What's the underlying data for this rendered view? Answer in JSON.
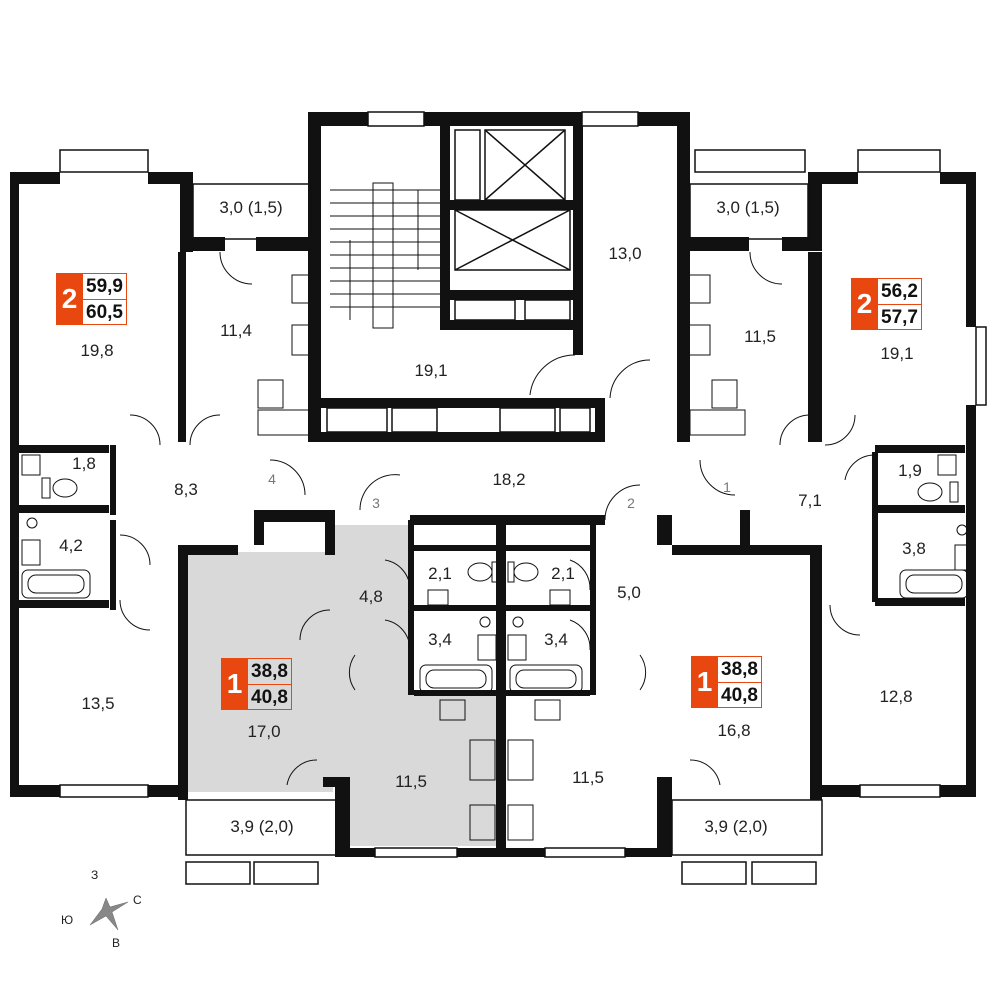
{
  "rooms": {
    "r_a": "3,0 (1,5)",
    "r_b": "3,0 (1,5)",
    "r_c": "19,8",
    "r_d": "11,4",
    "r_e": "19,1",
    "r_f": "13,0",
    "r_g": "11,5",
    "r_h": "19,1",
    "r_i": "1,8",
    "r_j": "8,3",
    "r_k": "18,2",
    "r_l": "7,1",
    "r_m": "1,9",
    "r_n": "4,2",
    "r_o": "2,1",
    "r_p": "2,1",
    "r_q": "5,0",
    "r_r": "3,8",
    "r_s": "4,8",
    "r_t": "3,4",
    "r_u": "3,4",
    "r_v": "13,5",
    "r_w": "17,0",
    "r_x": "16,8",
    "r_y": "12,8",
    "r_z": "11,5",
    "r_aa": "11,5",
    "r_ab": "3,9 (2,0)",
    "r_ac": "3,9 (2,0)"
  },
  "doors": {
    "d1": "1",
    "d2": "2",
    "d3": "3",
    "d4": "4"
  },
  "apartments": [
    {
      "rooms": "2",
      "area_total": "59,9",
      "area_full": "60,5"
    },
    {
      "rooms": "2",
      "area_total": "56,2",
      "area_full": "57,7"
    },
    {
      "rooms": "1",
      "area_total": "38,8",
      "area_full": "40,8"
    },
    {
      "rooms": "1",
      "area_total": "38,8",
      "area_full": "40,8"
    }
  ],
  "compass": {
    "n": "З",
    "e": "С",
    "s": "В",
    "w": "Ю"
  },
  "colors": {
    "wall": "#111111",
    "accent": "#e8470f",
    "highlight": "#d9d9d9"
  }
}
